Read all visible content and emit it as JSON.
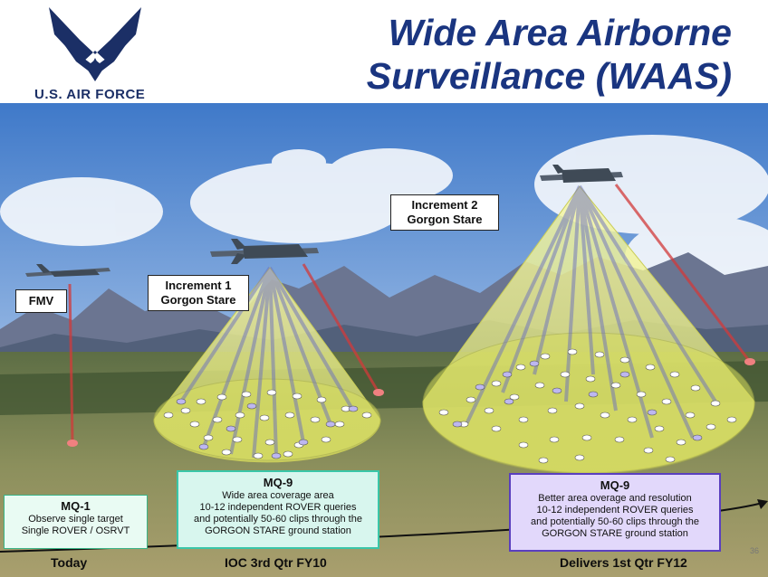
{
  "header": {
    "logo_text": "U.S. AIR FORCE",
    "title_line1": "Wide Area Airborne",
    "title_line2": "Surveillance (WAAS)"
  },
  "colors": {
    "title_blue": "#1a3580",
    "sky_top": "#3f79c9",
    "cone_yellow": "#e9ee7a",
    "sensor_beam_red": "#d23a3a",
    "rover_dot_lavender": "#bdb7f0",
    "mq9a_box_fill": "#d8f6ee",
    "mq9b_box_fill": "#e2d8fb"
  },
  "scene_labels": {
    "fmv": "FMV",
    "increment1_line1": "Increment 1",
    "increment1_line2": "Gorgon Stare",
    "increment2_line1": "Increment 2",
    "increment2_line2": "Gorgon Stare"
  },
  "boxes": {
    "mq1": {
      "title": "MQ-1",
      "line1": "Observe single target",
      "line2": "Single ROVER / OSRVT"
    },
    "mq9a": {
      "title": "MQ-9",
      "line1": "Wide area coverage area",
      "line2": "10-12 independent ROVER queries",
      "line3": "and potentially 50-60 clips through  the",
      "line4": "GORGON STARE ground  station"
    },
    "mq9b": {
      "title": "MQ-9",
      "line1": "Better area overage and resolution",
      "line2": "10-12 independent ROVER queries",
      "line3": "and potentially 50-60 clips through  the",
      "line4": "GORGON STARE ground  station"
    }
  },
  "timeline": {
    "today": "Today",
    "ioc": "IOC 3rd Qtr FY10",
    "delivers": "Delivers  1st Qtr FY12"
  },
  "page_number": "36"
}
